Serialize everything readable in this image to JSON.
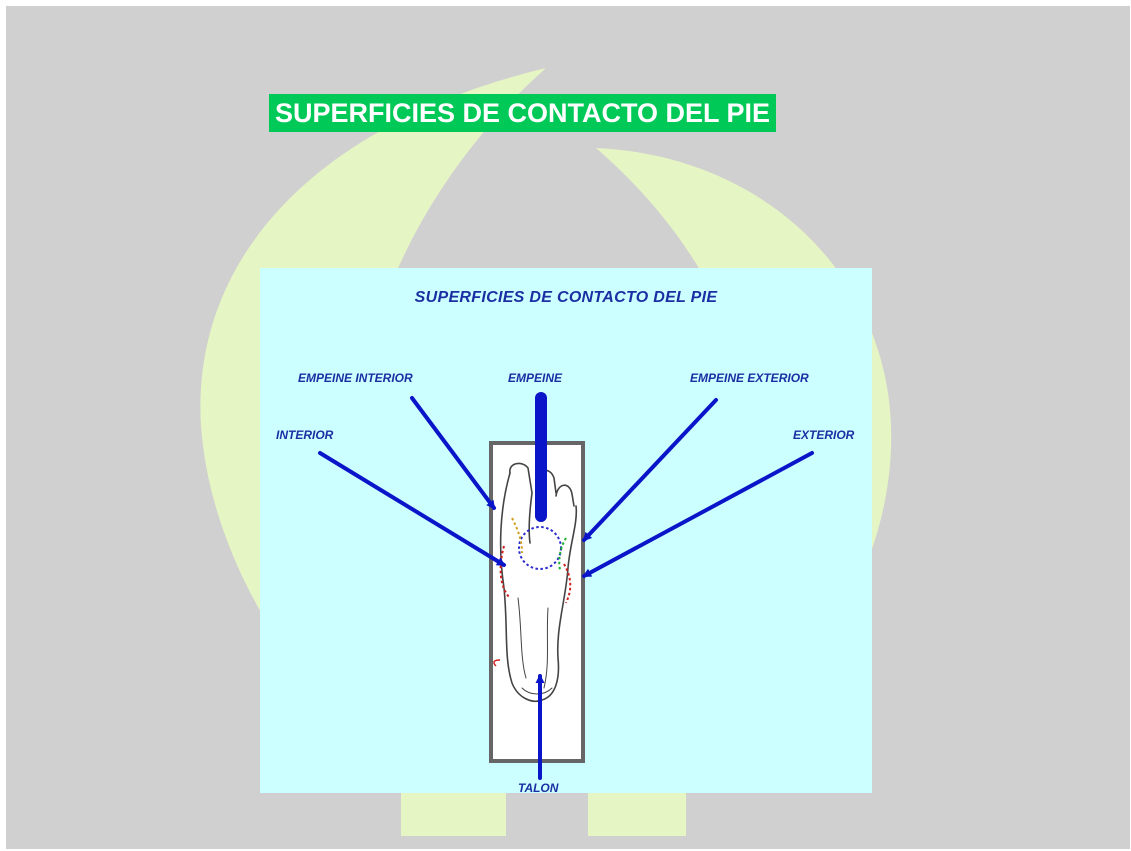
{
  "slide": {
    "title": "SUPERFICIES DE CONTACTO DEL PIE",
    "background_color": "#d0d0d0",
    "title_bg_color": "#00c957",
    "watermark_color": "#e6f5c4"
  },
  "diagram": {
    "background_color": "#ccffff",
    "arrow_color": "#0a14c8",
    "label_color": "#1b2fa3",
    "title": "SUPERFICIES DE CONTACTO DEL PIE",
    "labels": {
      "empeine_interior": "EMPEINE INTERIOR",
      "empeine": "EMPEINE",
      "empeine_exterior": "EMPEINE EXTERIOR",
      "interior": "INTERIOR",
      "exterior": "EXTERIOR",
      "talon": "TALON"
    }
  }
}
